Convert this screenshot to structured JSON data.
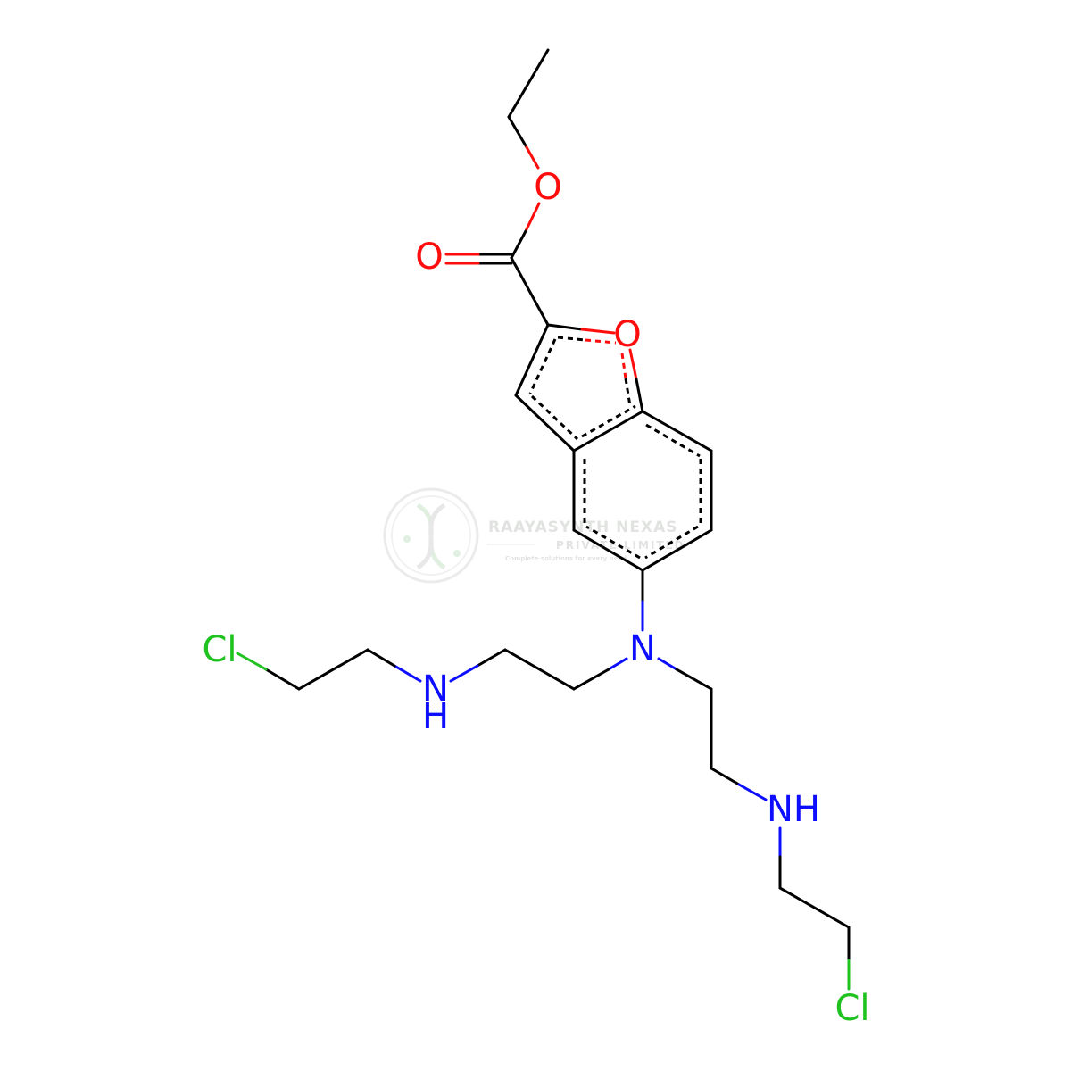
{
  "colors": {
    "bond": "#000000",
    "oxygen": "#ff0d0d",
    "nitrogen": "#0d0dff",
    "chlorine": "#1fc21f",
    "watermark": "#cfd5cf"
  },
  "atoms": {
    "o_ether": "O",
    "o_carbonyl": "O",
    "o_ring": "O",
    "n_tertiary": "N",
    "n_left": "N",
    "n_left_h": "H",
    "n_right": "NH",
    "cl_left": "Cl",
    "cl_right": "Cl"
  },
  "watermark": {
    "logo_icon": "dna-helix-icon",
    "title": "RAAYASYNTH NEXAS",
    "subtitle": "PRIVATE LIMITED",
    "tagline": "Complete solutions for every need"
  }
}
